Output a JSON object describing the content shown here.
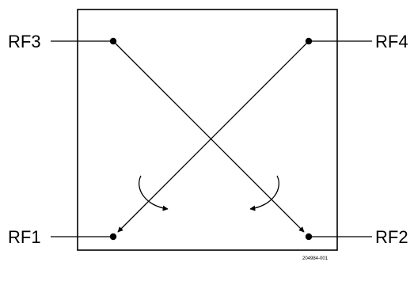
{
  "ports": {
    "rf3": {
      "label": "RF3"
    },
    "rf4": {
      "label": "RF4"
    },
    "rf1": {
      "label": "RF1"
    },
    "rf2": {
      "label": "RF2"
    }
  },
  "doc_number": "204984-001",
  "colors": {
    "line": "#000000",
    "background": "#ffffff"
  }
}
